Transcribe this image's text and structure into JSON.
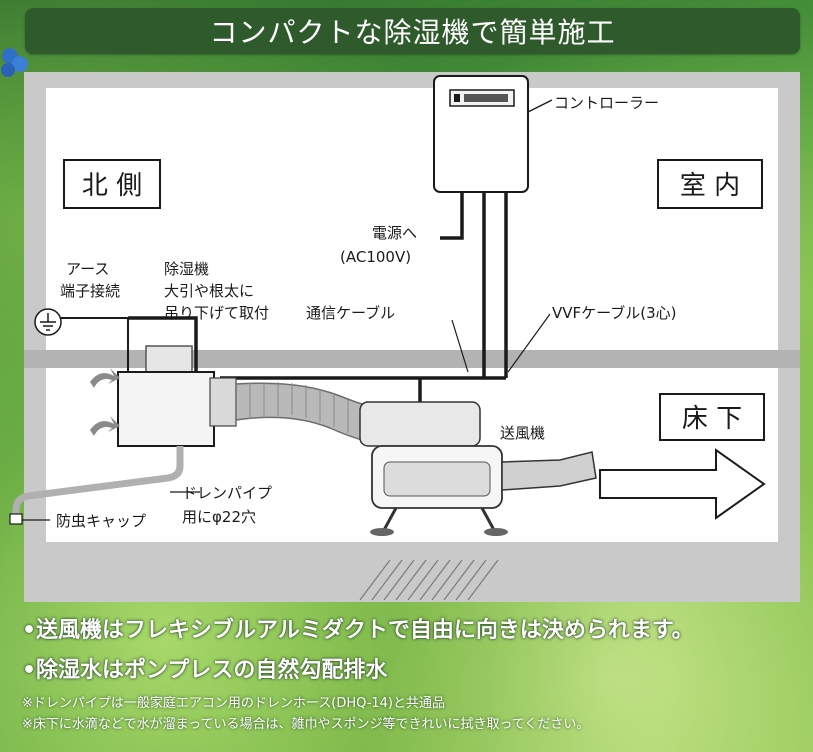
{
  "title": "コンパクトな除湿機で簡単施工",
  "colors": {
    "title_bar": "#2f5a2c",
    "leaf_green": "#4d9a3d",
    "house_frame": "#c9c9c9",
    "room_fill": "#ffffff"
  },
  "zones": {
    "north": "北 側",
    "indoor": "室 内",
    "underfloor": "床 下"
  },
  "labels": {
    "controller": "コントローラー",
    "power_1": "電源へ",
    "power_2": "(AC100V)",
    "earth_1": "アース",
    "earth_2": "端子接続",
    "dehum_1": "除湿機",
    "dehum_2": "大引や根太に",
    "dehum_3": "吊り下げて取付",
    "comm_cable": "通信ケーブル",
    "vvf_cable": "VVFケーブル(3心)",
    "blower": "送風機",
    "drain_1": "ドレンパイプ",
    "drain_2": "用にφ22穴",
    "insect_cap": "防虫キャップ"
  },
  "icons": [
    "earth-symbol-icon",
    "airflow-arrow-icon",
    "exhaust-arrow-icon",
    "blue-flower-icon"
  ],
  "notes": {
    "main_1": "•送風機はフレキシブルアルミダクトで自由に向きは決められます。",
    "main_2": "•除湿水はポンプレスの自然勾配排水",
    "sub_1": "※ドレンパイプは一般家庭エアコン用のドレンホース(DHQ-14)と共通品",
    "sub_2": "※床下に水滴などで水が溜まっている場合は、雑巾やスポンジ等できれいに拭き取ってください。"
  }
}
